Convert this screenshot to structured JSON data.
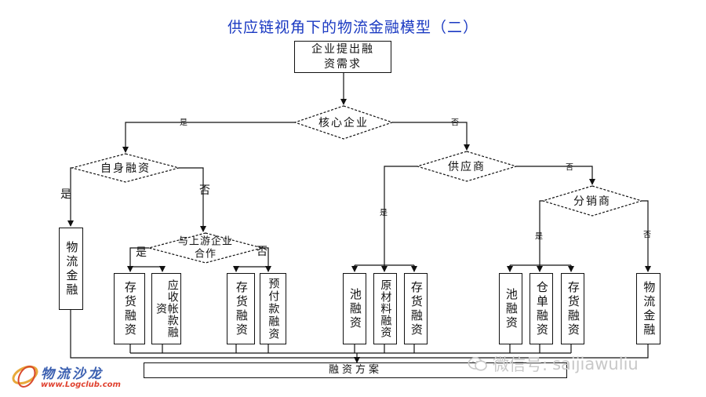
{
  "title": "供应链视角下的物流金融模型（二）",
  "nodes": {
    "demand": "企业提出融资需求",
    "core": "核心企业",
    "self_fund": "自身融资",
    "supplier": "供应商",
    "distributor": "分销商",
    "upstream_coop": "与上游企业合作",
    "logistics_fin_left": "物流金融",
    "logistics_fin_right": "物流金融",
    "inv_fin_1": "存货融资",
    "ar_fin": "应收帐款融资",
    "inv_fin_2": "存货融资",
    "prepay_fin": "预付款融资",
    "pool_fin_1": "池融资",
    "raw_fin": "原材料融资",
    "inv_fin_3": "存货融资",
    "pool_fin_2": "池融资",
    "warehouse_fin": "仓单融资",
    "inv_fin_4": "存货融资",
    "scheme": "融资方案"
  },
  "labels": {
    "yes": "是",
    "no": "否"
  },
  "logo": {
    "name": "物流沙龙",
    "url": "www.Logclub.com"
  },
  "watermark": {
    "prefix": "微信号:",
    "id": "saijiawuliu",
    "icon": "wechat-icon"
  },
  "colors": {
    "title": "#1a39c2",
    "logo_text": "#3a5fb0",
    "logo_url": "#e0412f"
  }
}
